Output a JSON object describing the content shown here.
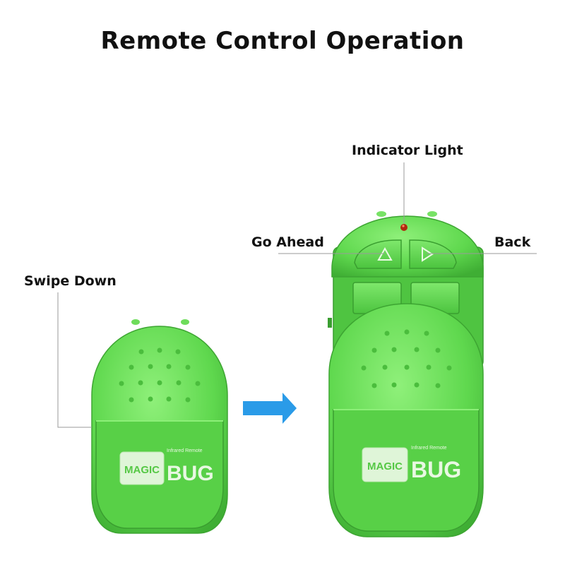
{
  "title": "Remote Control Operation",
  "labels": {
    "swipe_down": "Swipe Down",
    "indicator_light": "Indicator Light",
    "go_ahead": "Go Ahead",
    "back": "Back"
  },
  "device": {
    "brand_magic": "MAGIC",
    "brand_bug": "BUG",
    "brand_sub": "Infrared Remote"
  },
  "colors": {
    "body_green": "#5fd84e",
    "body_dark": "#46b83a",
    "body_light": "#86ec73",
    "arrow_blue": "#2a9be8",
    "indicator_red": "#b02a10"
  }
}
